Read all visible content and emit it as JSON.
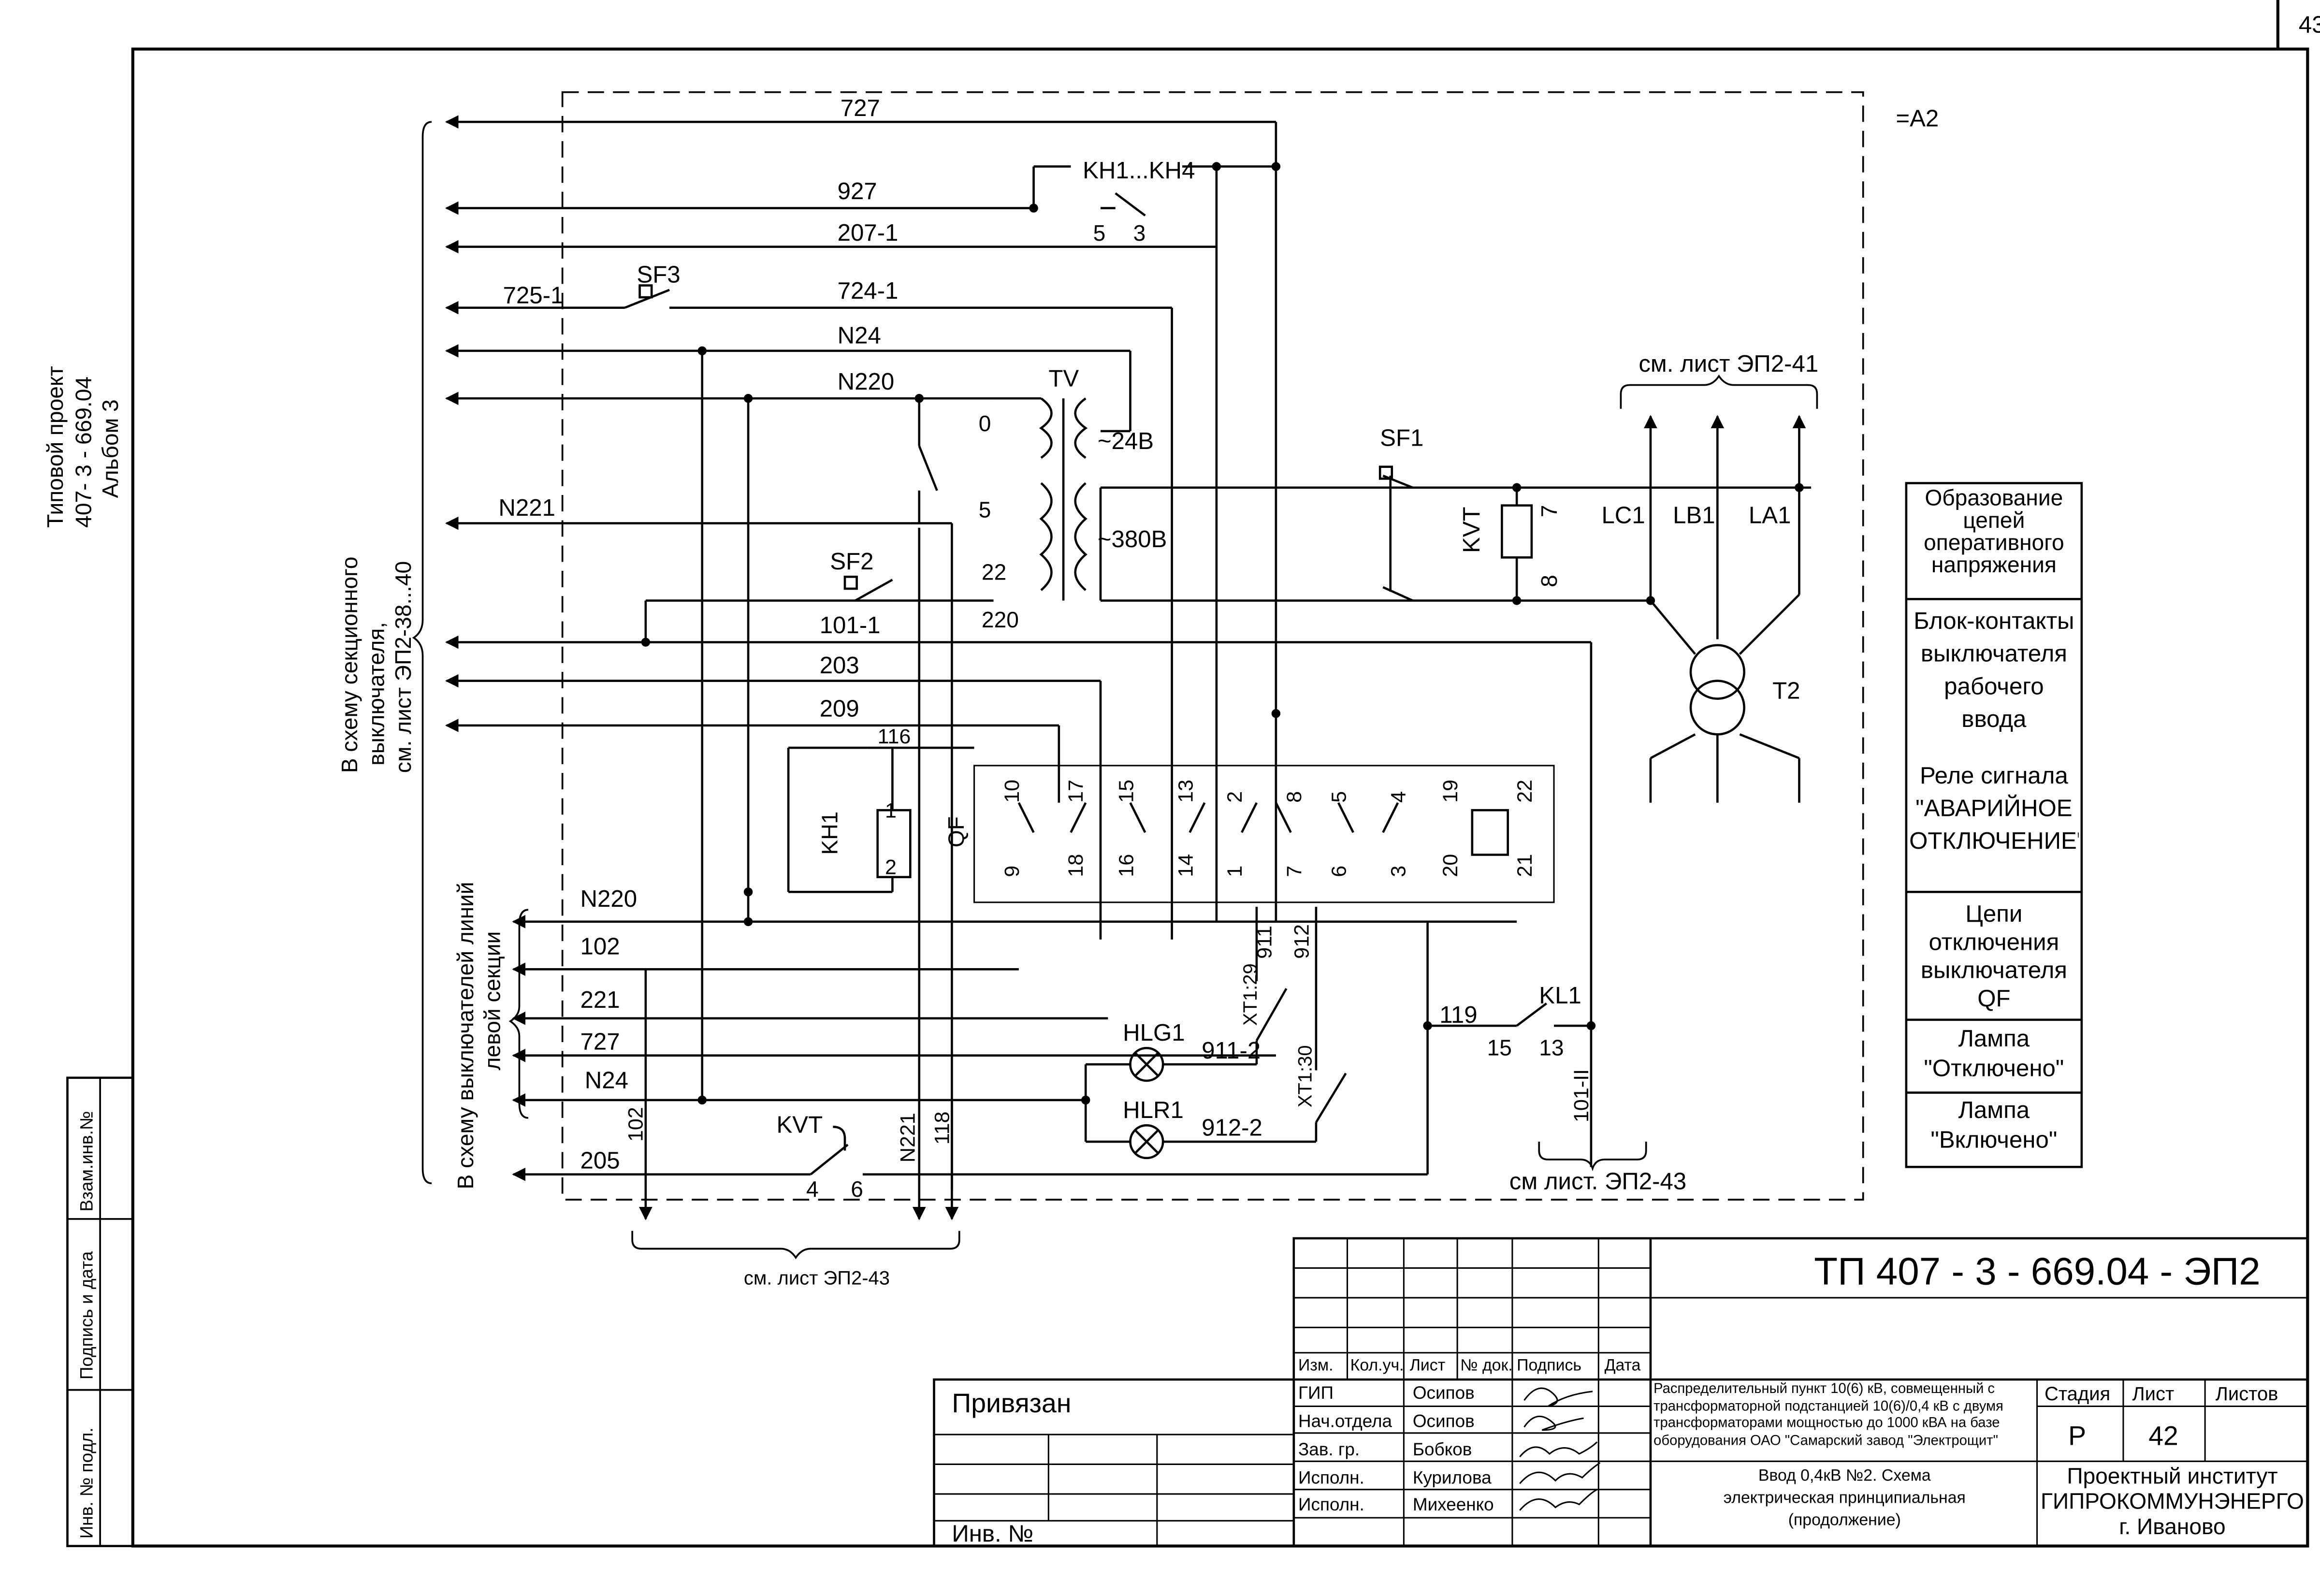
{
  "sheet": {
    "page_number": "43",
    "zone_tag": "=A2",
    "side_project": [
      "Типовой проект",
      "407- 3 - 669.04",
      "Альбом  3"
    ]
  },
  "wires": {
    "w727": "727",
    "w927": "927",
    "w207": "207-1",
    "w725": "725-1",
    "w724": "724-1",
    "wN24": "N24",
    "wN220": "N220",
    "wN221": "N221",
    "w101": "101-1",
    "w203": "203",
    "w209": "209",
    "w116": "116",
    "w102": "102",
    "w221": "221",
    "w205": "205",
    "w119": "119",
    "w911": "911",
    "w912": "912",
    "w911b": "911-2",
    "w912b": "912-2",
    "w118": "118",
    "w101ii": "101-II"
  },
  "components": {
    "kh_group": "KH1...KH4",
    "kh1": "KH1",
    "sf1": "SF1",
    "sf2": "SF2",
    "sf3": "SF3",
    "tv": "TV",
    "v24": "~24В",
    "v380": "~380В",
    "kvt": "KVT",
    "t2": "T2",
    "lc1": "LC1",
    "lb1": "LB1",
    "la1": "LA1",
    "qf": "QF",
    "kl1": "KL1",
    "hlg1": "HLG1",
    "hlr1": "HLR1",
    "xt129": "XT1:29",
    "xt130": "XT1:30"
  },
  "pins": {
    "p5": "5",
    "p3": "3",
    "t0": "0",
    "t5": "5",
    "t22": "22",
    "t220": "220",
    "k7": "7",
    "k8": "8",
    "c1": "1",
    "c2": "2",
    "kl15": "15",
    "kl13": "13",
    "kv4": "4",
    "kv6": "6",
    "qf_top": [
      "10",
      "17",
      "15",
      "13",
      "2",
      "8",
      "5",
      "4",
      "19",
      "22"
    ],
    "qf_bot": [
      "9",
      "18",
      "16",
      "14",
      "1",
      "7",
      "6",
      "3",
      "20",
      "21"
    ]
  },
  "refs": {
    "see41": "см. лист ЭП2-41",
    "see43_right": "см лист. ЭП2-43",
    "see43_bottom": "см. лист ЭП2-43",
    "sect_left": [
      "В схему секционного",
      "выключателя,",
      "см. лист ЭП2-38...40"
    ],
    "lines_left": [
      "В схему выключателей линий",
      "левой секции"
    ]
  },
  "legend": [
    {
      "label": "Образование цепей оперативного напряжения"
    },
    {
      "label": "Блок-контакты выключателя рабочего ввода"
    },
    {
      "label": "Реле сигнала \"АВАРИЙНОЕ ОТКЛЮЧЕНИЕ\""
    },
    {
      "label": "Цепи отключения выключателя QF"
    },
    {
      "label": "Лампа \"Отключено\""
    },
    {
      "label": "Лампа \"Включено\""
    }
  ],
  "title_block": {
    "doc_code": "ТП  407 - 3 - 669.04 - ЭП2",
    "privyazan": "Привязан",
    "inv_no": "Инв. №",
    "col_headers": [
      "Изм.",
      "Кол.уч.",
      "Лист",
      "№ док.",
      "Подпись",
      "Дата"
    ],
    "roles": [
      "ГИП",
      "Нач.отдела",
      "Зав. гр.",
      "Исполн.",
      "Исполн."
    ],
    "names": [
      "Осипов",
      "Осипов",
      "Бобков",
      "Курилова",
      "Михеенко"
    ],
    "description": "Распределительный пункт 10(6) кВ, совмещенный с трансформаторной подстанцией 10(6)/0,4 кВ с двумя трансформаторами мощностью до 1000 кВА на базе оборудования ОАО \"Самарский завод \"Электрощит\"",
    "sheet_title": "Ввод 0,4кВ №2. Схема электрическая принципиальная (продолжение)",
    "stage_label": "Стадия",
    "list_label": "Лист",
    "lists_label": "Листов",
    "stage": "Р",
    "list": "42",
    "lists": "",
    "institute": "Проектный институт ГИПРОКОММУНЭНЕРГО г. Иваново"
  },
  "stamp_column": {
    "vzam": "Взам.инв.№",
    "podpis": "Подпись и дата",
    "inv": "Инв. № подл."
  }
}
